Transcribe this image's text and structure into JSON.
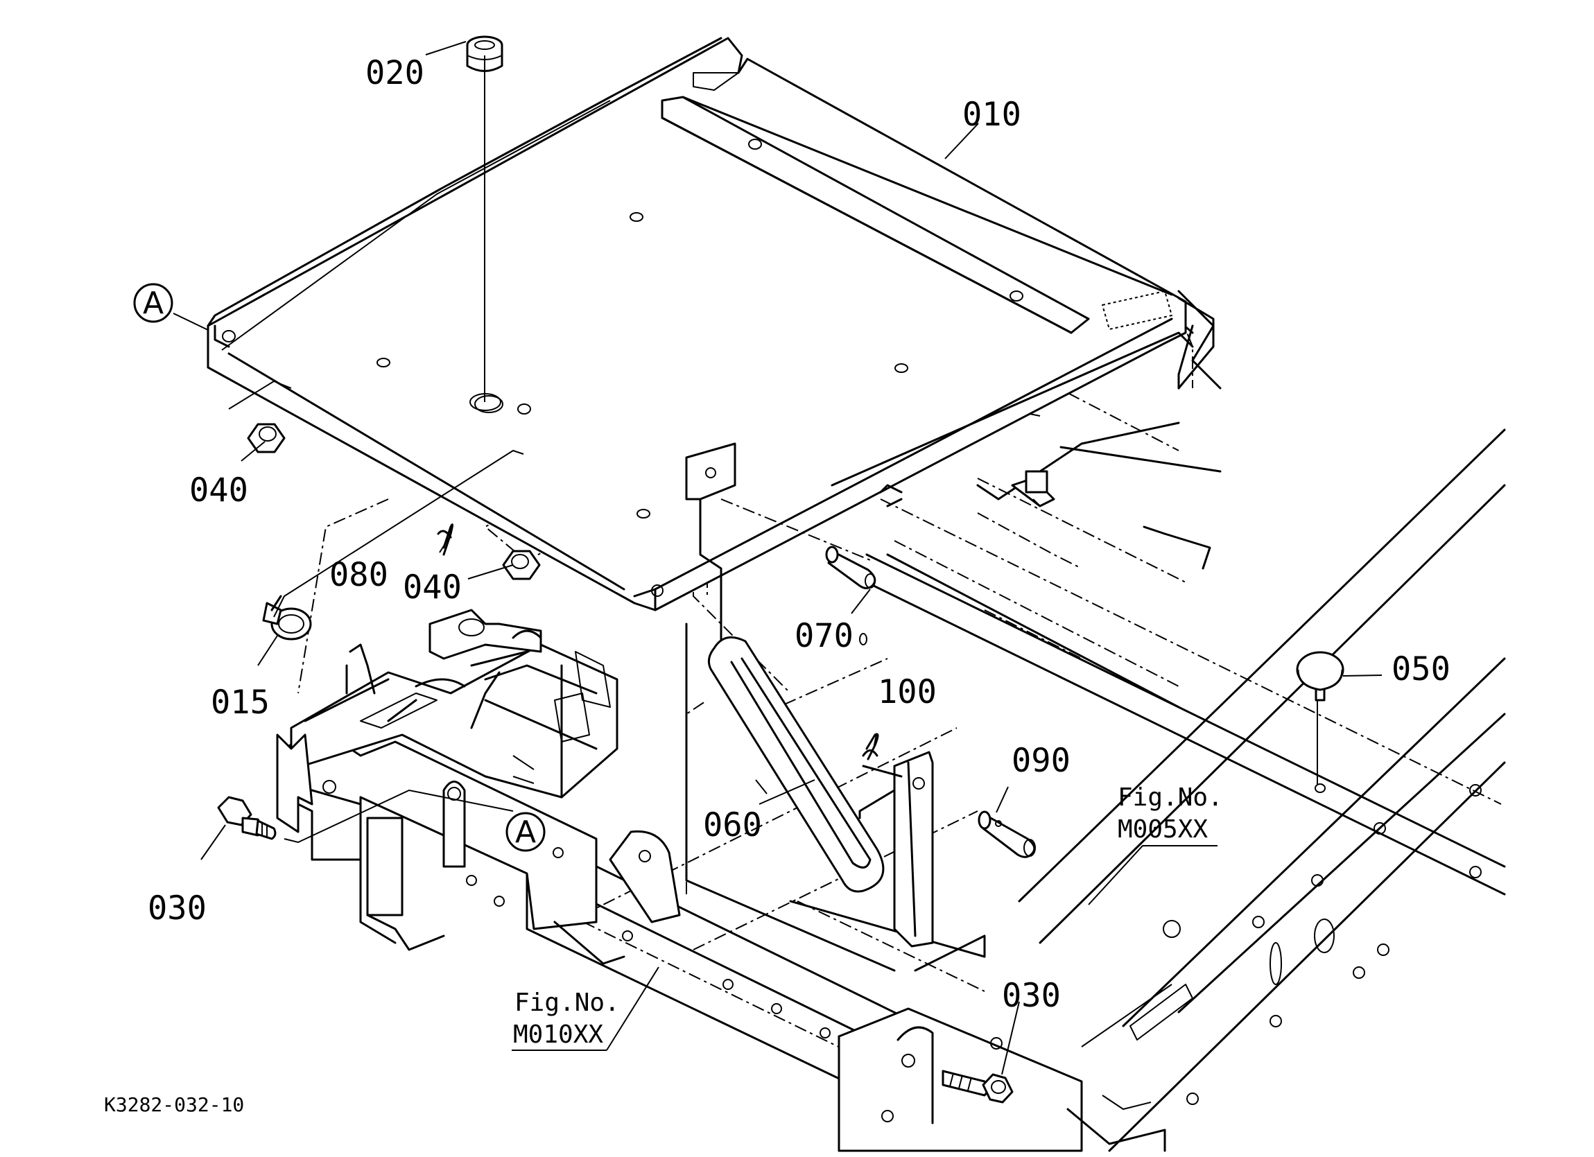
{
  "drawing_code": "K3282-032-10",
  "callouts": {
    "p010": "010",
    "p015": "015",
    "p020": "020",
    "p030a": "030",
    "p030b": "030",
    "p040a": "040",
    "p040b": "040",
    "p050": "050",
    "p060": "060",
    "p070": "070",
    "p080": "080",
    "p090": "090",
    "p100": "100"
  },
  "view_markers": {
    "a_top": "A",
    "a_bottom": "A"
  },
  "figure_refs": {
    "m005": {
      "fig_label": "Fig.No.",
      "fig_number": "M005XX"
    },
    "m010": {
      "fig_label": "Fig.No.",
      "fig_number": "M010XX"
    }
  }
}
